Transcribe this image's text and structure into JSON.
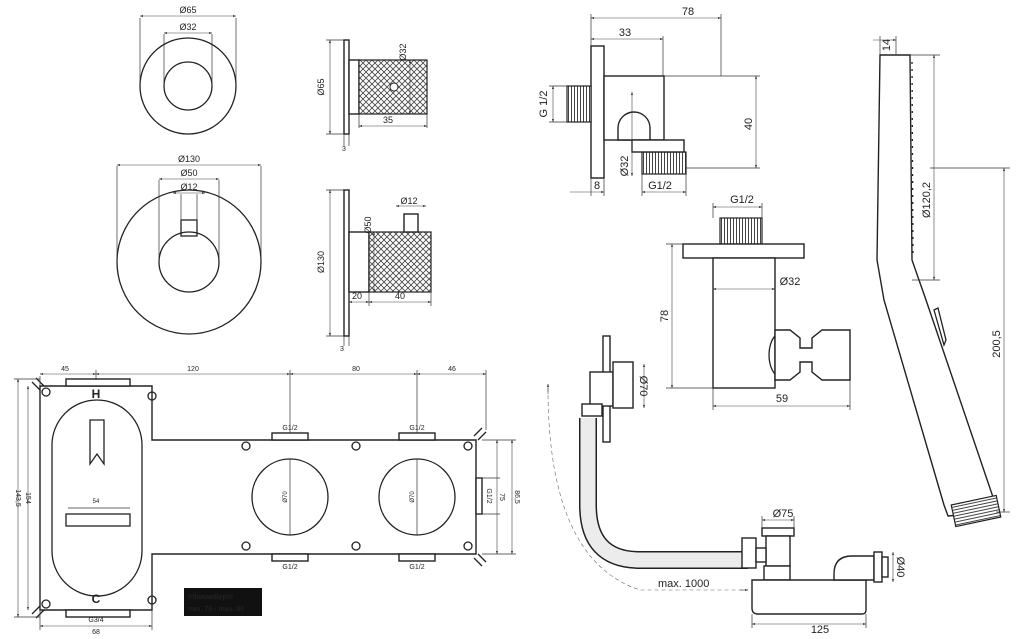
{
  "rosette_small": {
    "outer": "Ø65",
    "inner": "Ø32"
  },
  "knob_small": {
    "height": "Ø65",
    "knob_dia": "Ø32",
    "length": "35",
    "plate": "3"
  },
  "rosette_large": {
    "outer": "Ø130",
    "mid": "Ø50",
    "inner": "Ø12"
  },
  "knob_large": {
    "height": "Ø130",
    "knob_dia": "Ø50",
    "spindle": "Ø12",
    "collar": "20",
    "length": "40",
    "plate": "3"
  },
  "wall_connector": {
    "width": "78",
    "offset": "33",
    "thread_side": "G 1/2",
    "height": "40",
    "body_dia": "Ø32",
    "plate": "8",
    "thread_bottom": "G1/2"
  },
  "holder": {
    "thread": "G1/2",
    "height": "78",
    "body_dia": "Ø32",
    "base_dia": "Ø70",
    "length": "59"
  },
  "handshower": {
    "thickness": "14",
    "head_dia": "Ø120,2",
    "length": "200,5"
  },
  "waste": {
    "top_dia": "Ø75",
    "pipe_dia": "Ø40",
    "reach": "max. 1000",
    "trap_width": "125"
  },
  "box": {
    "hot": "H",
    "cold": "C",
    "top_dims": [
      "45",
      "120",
      "80",
      "46"
    ],
    "ports_top": [
      "G1/2",
      "G1/2"
    ],
    "ports_bottom": [
      "G1/2",
      "G1/2"
    ],
    "side_port": "G1/2",
    "right_dims": [
      "75",
      "86,5"
    ],
    "left_dims": [
      "154",
      "143,5"
    ],
    "inner_width": "54",
    "bottom_port": "G3/4",
    "bottom_dim": "68",
    "hole_dia": "Ø70"
  },
  "note": {
    "line1": "Inbouwdiepte",
    "line2": "min. 70 - max. 80",
    "bg": "#111111",
    "accent": "#d83a2e"
  },
  "colors": {
    "hot": "#c0392b",
    "cold": "#1f4e9c",
    "line": "#222222",
    "pipe_fill": "#ececec"
  }
}
